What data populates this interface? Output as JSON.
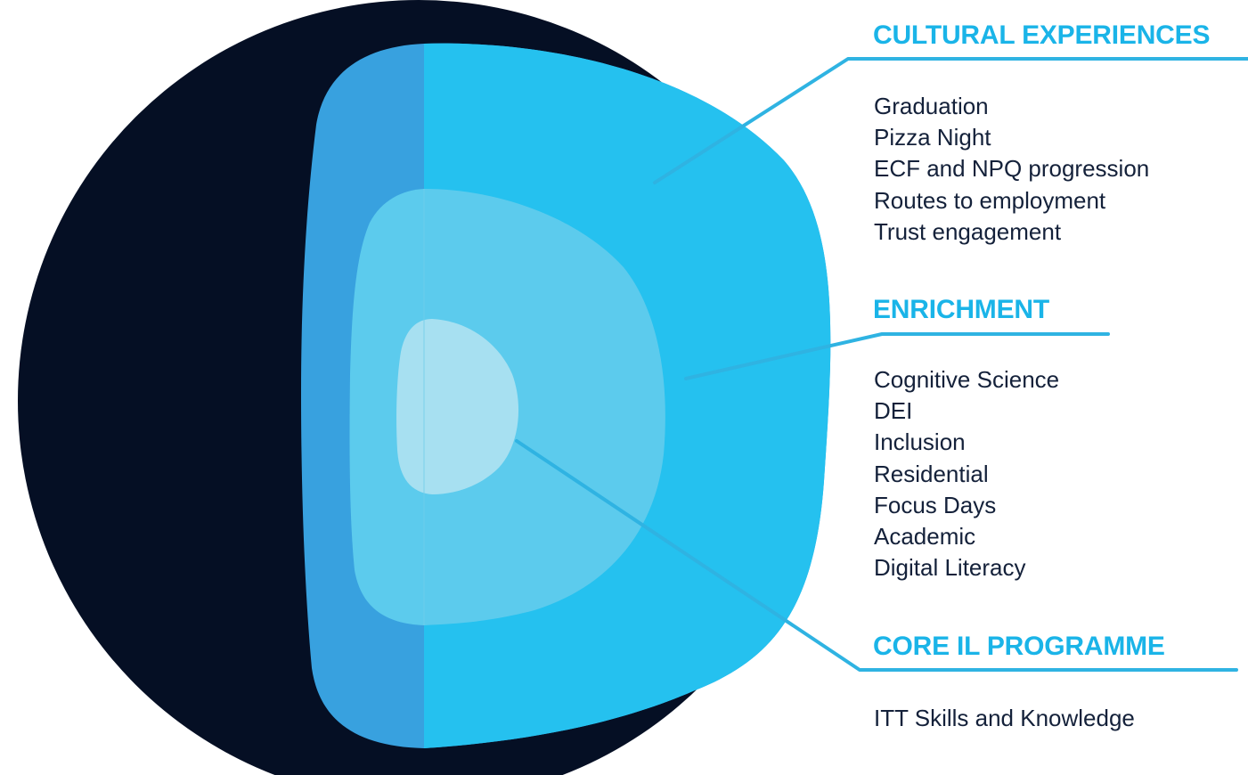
{
  "colors": {
    "heading": "#1ab4e8",
    "leader_line": "#2fb3e2",
    "item_text": "#14213a",
    "outer_shell": "#050f24",
    "left_band": "#38a1df",
    "main_layer": "#25c1ef",
    "middle_layer": "#5ccbed",
    "inner_core": "#a7e0f1"
  },
  "sections": [
    {
      "heading": "CULTURAL EXPERIENCES",
      "items": [
        "Graduation",
        "Pizza Night",
        "ECF and NPQ progression",
        "Routes to employment",
        "Trust engagement"
      ]
    },
    {
      "heading": "ENRICHMENT",
      "items": [
        "Cognitive Science",
        "DEI",
        "Inclusion",
        "Residential",
        "Focus Days",
        "Academic",
        "Digital Literacy"
      ]
    },
    {
      "heading": "CORE IL PROGRAMME",
      "items": [
        "ITT Skills and Knowledge"
      ]
    }
  ]
}
